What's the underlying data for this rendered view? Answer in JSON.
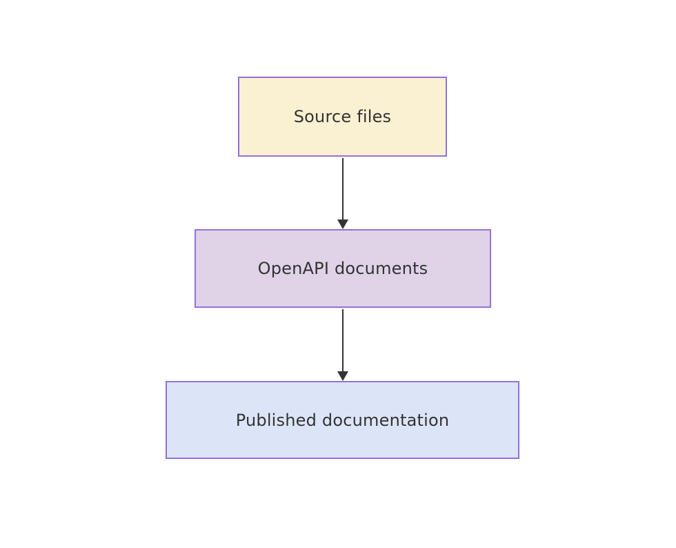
{
  "diagram": {
    "type": "flowchart",
    "direction": "top-down",
    "background": "#ffffff",
    "nodes": [
      {
        "id": "source",
        "label": "Source files",
        "fill": "#faf0d2",
        "border": "#9370db",
        "text_color": "#333333"
      },
      {
        "id": "openapi",
        "label": "OpenAPI documents",
        "fill": "#e0d3e8",
        "border": "#9370db",
        "text_color": "#333333"
      },
      {
        "id": "published",
        "label": "Published documentation",
        "fill": "#dce5f8",
        "border": "#9370db",
        "text_color": "#333333"
      }
    ],
    "edges": [
      {
        "from": "Source files",
        "to": "OpenAPI documents",
        "color": "#333333",
        "style": "solid-arrow"
      },
      {
        "from": "OpenAPI documents",
        "to": "Published documentation",
        "color": "#333333",
        "style": "solid-arrow"
      }
    ]
  }
}
